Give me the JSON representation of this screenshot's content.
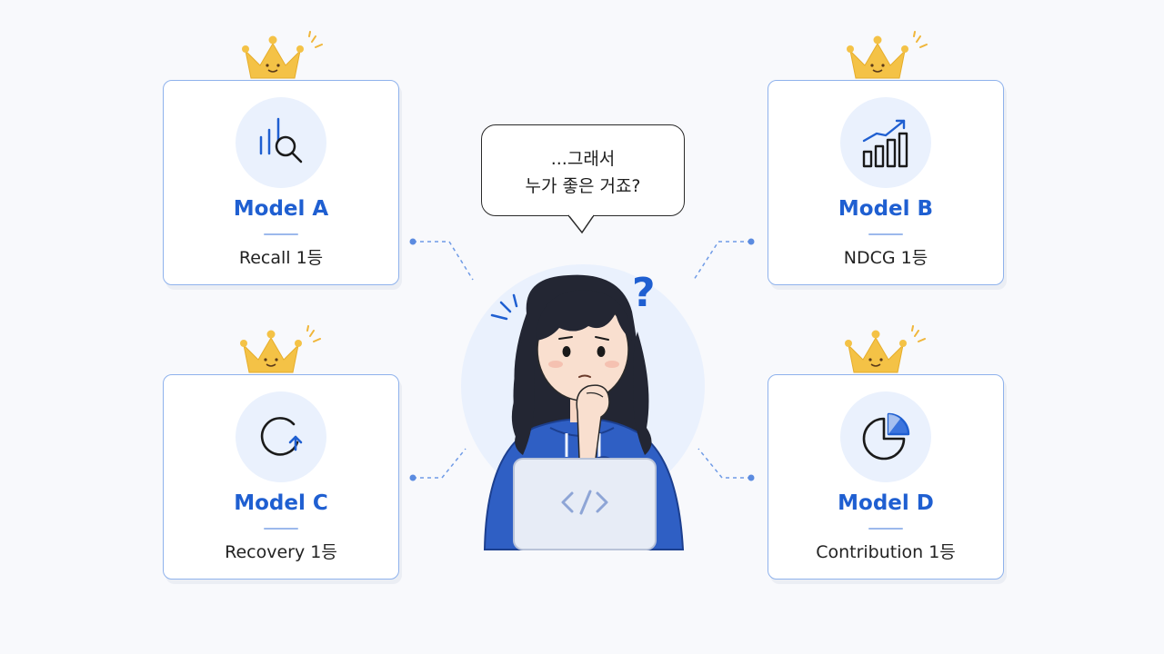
{
  "bubble": {
    "line1": "...그래서",
    "line2": "누가 좋은 거죠?"
  },
  "models": [
    {
      "name": "Model A",
      "metric": "Recall 1등",
      "icon": "bar-chart-search-icon"
    },
    {
      "name": "Model B",
      "metric": "NDCG 1등",
      "icon": "growth-chart-icon"
    },
    {
      "name": "Model C",
      "metric": "Recovery 1등",
      "icon": "refresh-cycle-icon"
    },
    {
      "name": "Model D",
      "metric": "Contribution 1등",
      "icon": "pie-chart-icon"
    }
  ],
  "character": {
    "question_mark": "?",
    "laptop_icon": "code-icon"
  },
  "colors": {
    "accent": "#1f5fd1",
    "card_border": "#8fb2ec",
    "icon_bg": "#eaf1fd",
    "crown": "#f4c246",
    "hoodie": "#2f5fc4",
    "background": "#f8f9fc"
  }
}
